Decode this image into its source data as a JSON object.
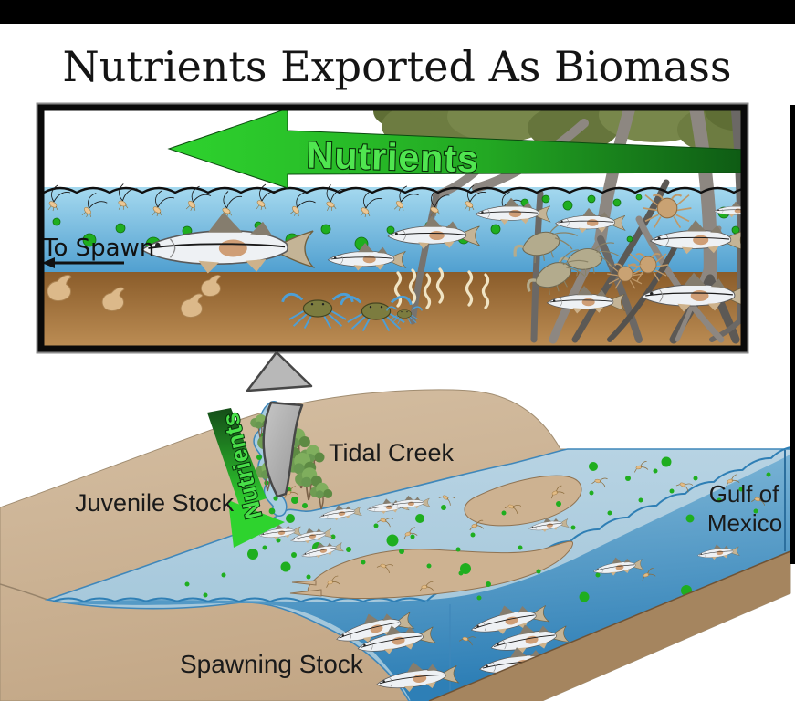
{
  "title": "Nutrients Exported As Biomass",
  "inset": {
    "nutrients_label": "Nutrients",
    "to_spawn_label": "To Spawn"
  },
  "map": {
    "tidal_creek_label": "Tidal Creek",
    "juvenile_stock_label": "Juvenile Stock",
    "nutrients_label": "Nutrients",
    "gulf_line1": "Gulf of",
    "gulf_line2": "Mexico",
    "spawning_stock_label": "Spawning Stock"
  },
  "icons": {
    "fish": "snook-fish",
    "shrimp": "shrimp",
    "blue_crab": "blue-crab",
    "mud_crab": "crab",
    "snail": "snail",
    "worm": "worm",
    "zooplankton": "zooplankton",
    "plankton_dot": "green-plankton-dot",
    "tree": "mangrove-tree",
    "up_arrow": "gray-zoom-arrow"
  },
  "colors": {
    "top_bar": "#000000",
    "panel_border": "#0a0a0a",
    "arrow_green_bright": "#2ed32e",
    "arrow_green_dark": "#0e5a14",
    "nutrients_text_green": "#50e650",
    "inset_water_top": "#a5d9ef",
    "inset_water_bottom": "#4e9ecf",
    "sediment_top": "#8a5c2a",
    "sediment_bottom": "#bd8e55",
    "land_tan": "#c9ad8d",
    "estuary_blue": "#aac9dc",
    "gulf_deep_blue": "#2e7fb6",
    "water_outline": "#3f87ba",
    "plankton_green": "#1fae1f",
    "mangrove_gray": "#8d8781",
    "canopy_olive": "#6d7c41"
  }
}
